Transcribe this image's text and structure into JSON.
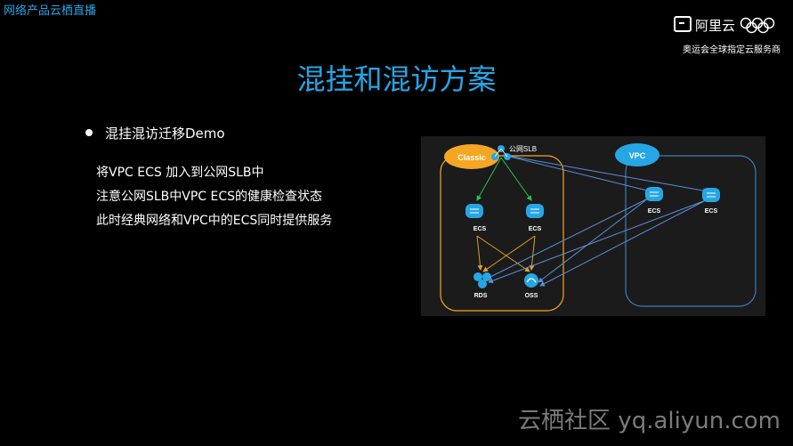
{
  "header": {
    "corner_tag": "网络产品云栖直播",
    "brand_name": "阿里云",
    "brand_slogan": "奥运会全球指定云服务商"
  },
  "slide": {
    "title": "混挂和混访方案",
    "bullet": "混挂混访迁移Demo",
    "lines": [
      "将VPC  ECS 加入到公网SLB中",
      "注意公网SLB中VPC ECS的健康检查状态",
      "此时经典网络和VPC中的ECS同时提供服务"
    ]
  },
  "diagram": {
    "classic_label": "Classic",
    "vpc_label": "VPC",
    "slb_label": "公网SLB",
    "classic_ecs_1": "ECS",
    "classic_ecs_2": "ECS",
    "rds_label": "RDS",
    "oss_label": "OSS",
    "vpc_ecs_1": "ECS",
    "vpc_ecs_2": "ECS",
    "colors": {
      "classic": "#f5a623",
      "vpc": "#27a6e6",
      "green": "#2ec24a",
      "orange_arrow": "#e0a030",
      "blue_line": "#5b8ed6"
    }
  },
  "watermark": "云栖社区 yq.aliyun.com"
}
